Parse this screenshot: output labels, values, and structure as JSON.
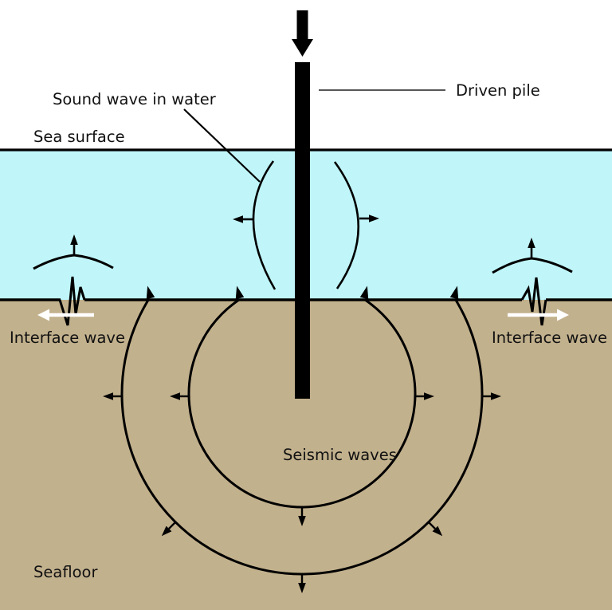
{
  "diagram": {
    "labels": {
      "sound_wave_in_water": "Sound wave in water",
      "sea_surface": "Sea surface",
      "driven_pile": "Driven pile",
      "interface_wave": "Interface wave",
      "seismic_waves": "Seismic waves",
      "seafloor": "Seafloor"
    },
    "colors": {
      "background": "#ffffff",
      "water": "#c0f6fa",
      "seabed": "#c2b18d",
      "ink": "#000000",
      "interface_arrow": "#ffffff",
      "leader_line": "#3f3f3f"
    }
  }
}
